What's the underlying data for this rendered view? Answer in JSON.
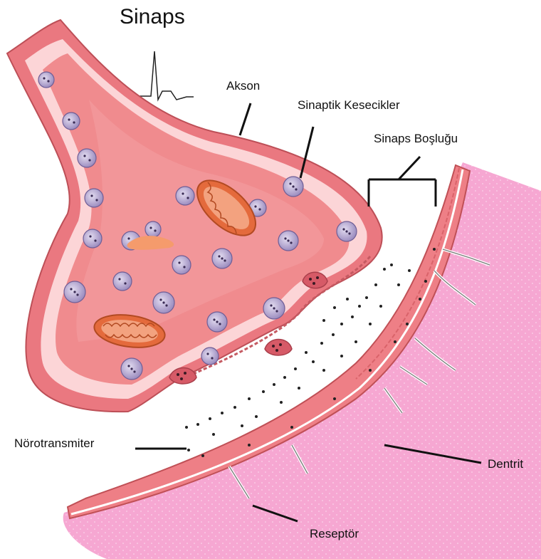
{
  "title": "Sinaps",
  "labels": {
    "akson": "Akson",
    "sinaptik_kesecikler": "Sinaptik Kesecikler",
    "sinaps_boslugu": "Sinaps Boşluğu",
    "norotransmiter": "Nörotransmiter",
    "dentrit": "Dentrit",
    "reseptor": "Reseptör"
  },
  "colors": {
    "membrane": "#e8757a",
    "cytoplasm": "#f08c8c",
    "inner_pale": "#fbd3d3",
    "dendrite": "#f5a6cf",
    "vesicle": "#b6a8cf",
    "mitochondria": "#e86a3a"
  }
}
